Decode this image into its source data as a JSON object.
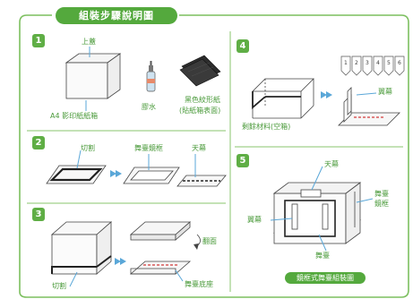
{
  "title": "組裝步驟說明圖",
  "steps": {
    "s1": {
      "number": "1",
      "lid": "上蓋",
      "box": "A4 影印紙紙箱",
      "glue": "膠水",
      "paper_line1": "黑色紋形紙",
      "paper_line2": "(貼紙箱表面)"
    },
    "s2": {
      "number": "2",
      "cut": "切割",
      "frame": "舞臺鏡框",
      "curtain": "天幕"
    },
    "s3": {
      "number": "3",
      "cut": "切割",
      "flip": "翻面",
      "floor": "舞臺底座"
    },
    "s4": {
      "number": "4",
      "leftover": "剩餘材料(空箱)",
      "wing": "翼幕",
      "slot_labels": [
        "1",
        "2",
        "3",
        "4",
        "5",
        "6"
      ]
    },
    "s5": {
      "number": "5",
      "curtain": "天幕",
      "frame_line1": "舞臺",
      "frame_line2": "鏡框",
      "wing": "翼幕",
      "floor": "舞臺",
      "caption": "鏡框式舞臺組裝圖"
    }
  },
  "colors": {
    "accent": "#54a93d",
    "arrow": "#5aa7d8",
    "line": "#3a3a3a"
  }
}
